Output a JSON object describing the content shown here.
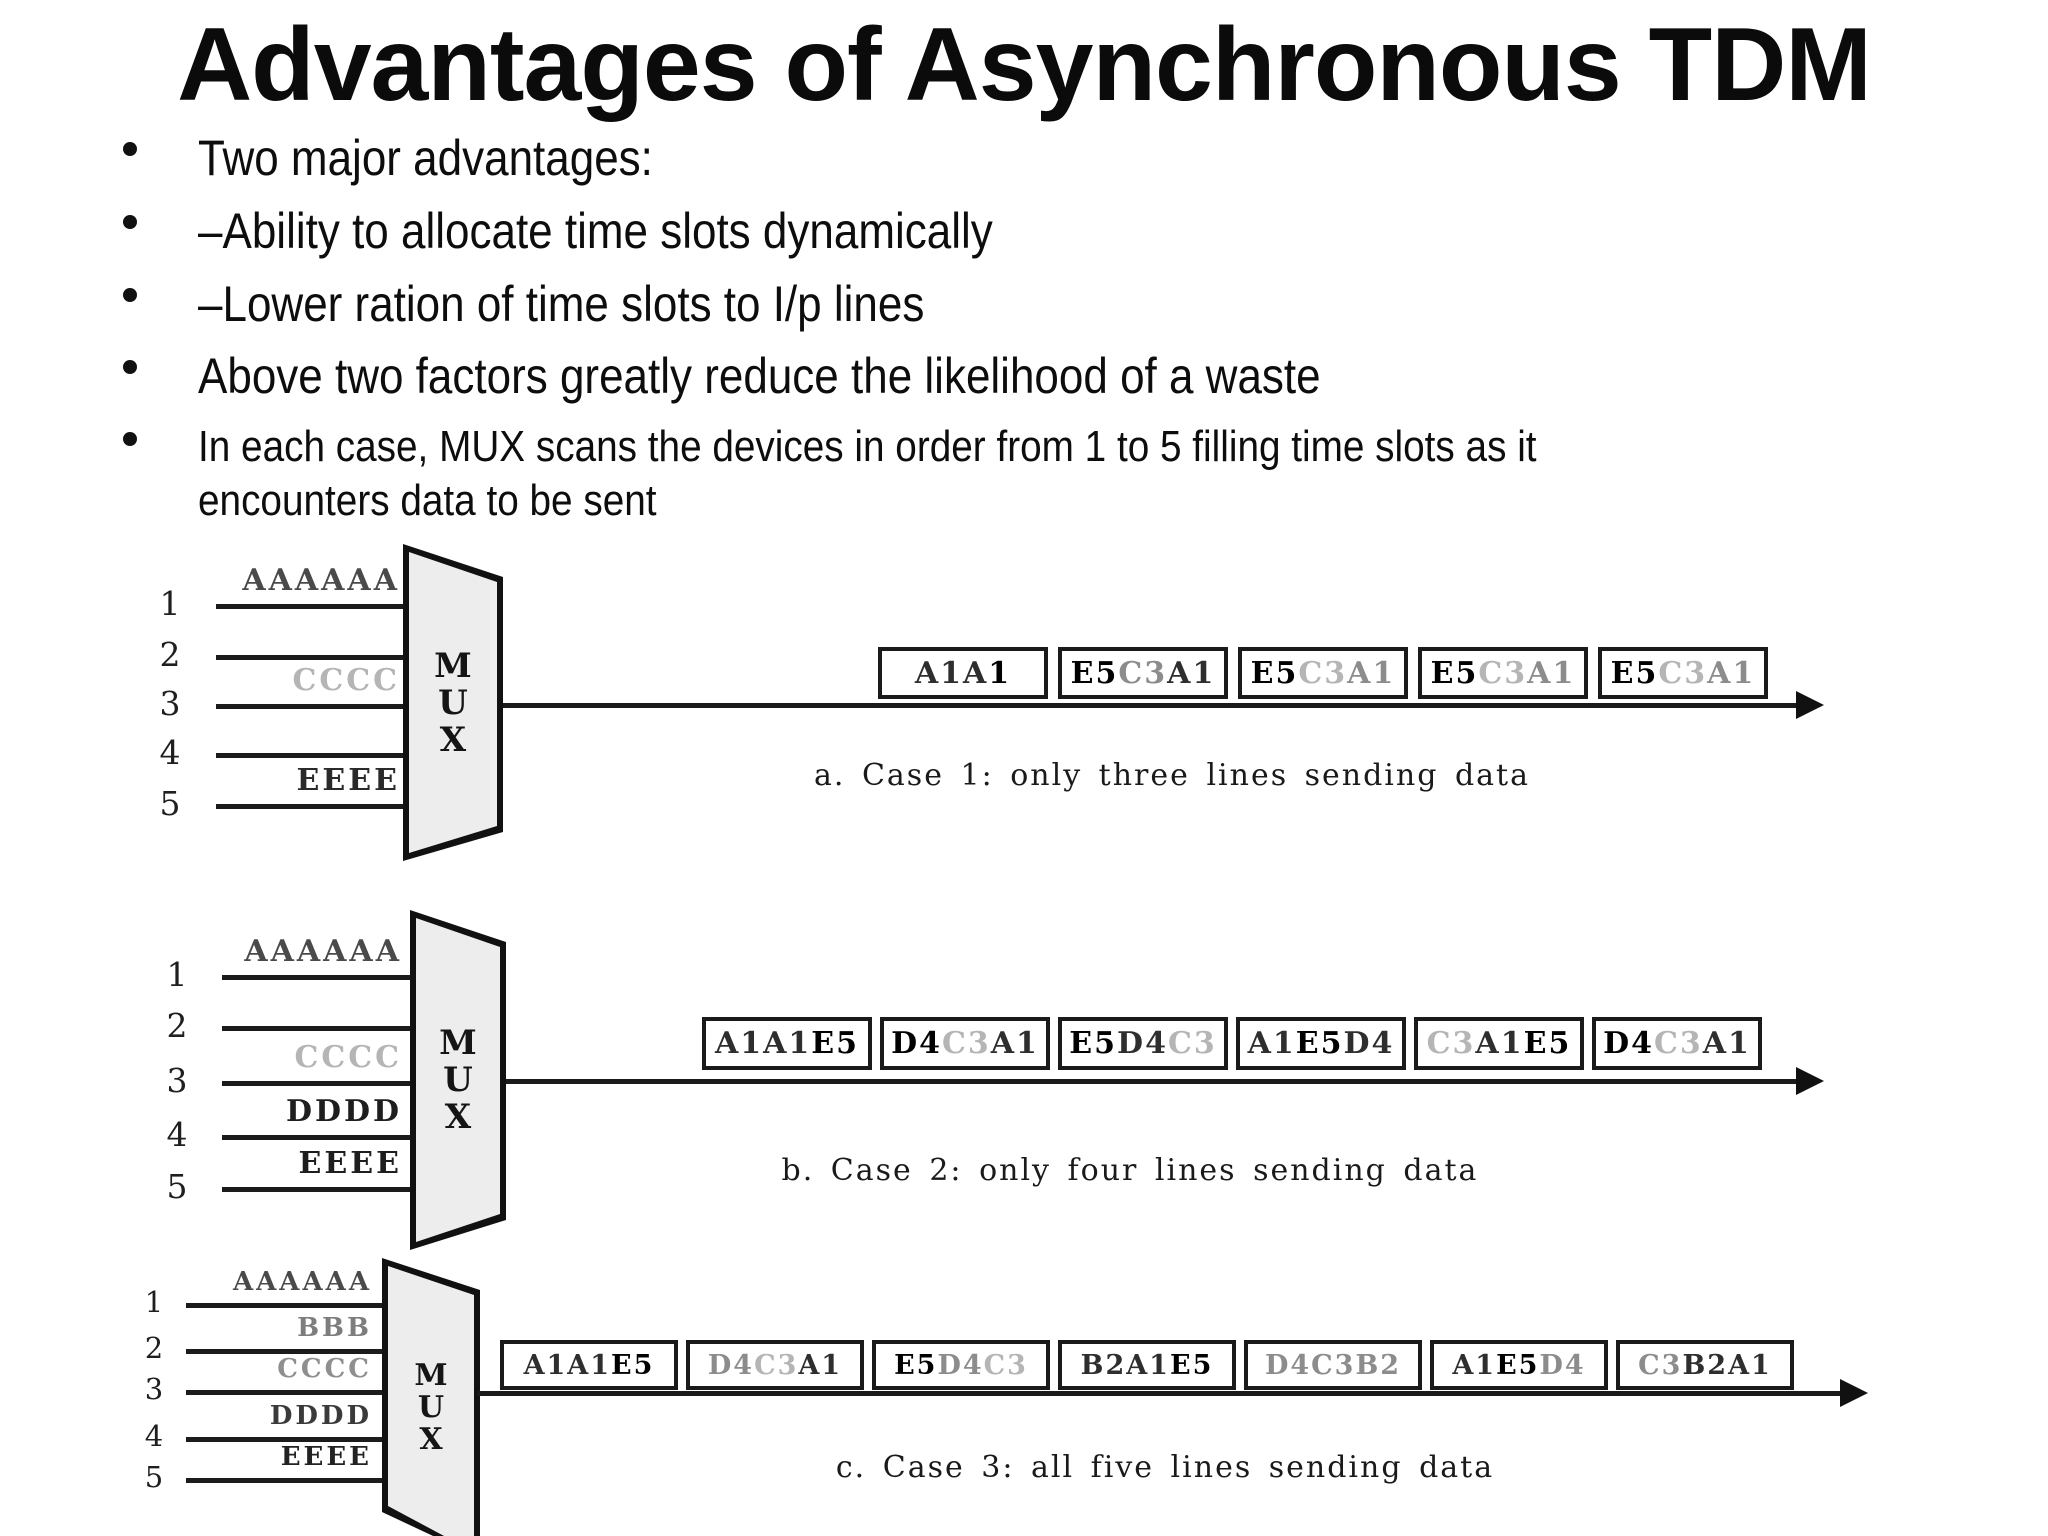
{
  "title": "Advantages of Asynchronous TDM",
  "bullets": [
    "Two major advantages:",
    "–Ability to allocate time slots dynamically",
    "–Lower ration of time slots to I/p lines",
    "Above two factors greatly reduce the likelihood of a waste",
    "In each case, MUX scans the devices in order from 1 to 5 filling time slots as it\nencounters data to be sent"
  ],
  "colors": {
    "ink": "#111111",
    "line": "#1b1b1b",
    "mux_fill": "#ededed",
    "slot_border": "#1a1a1a",
    "seg_bold": "#000000",
    "seg_dark": "#2e2e2e",
    "seg_mid": "#8c8c8c",
    "seg_light": "#b5b5b5"
  },
  "diagrams": [
    {
      "name": "case1",
      "mux": "MUX",
      "inputs": [
        {
          "num": "1",
          "label": "AAAAAA",
          "label_color": "#4a4a4a"
        },
        {
          "num": "2",
          "label": "",
          "label_color": ""
        },
        {
          "num": "3",
          "label": "CCCC",
          "label_color": "#b5b5b5"
        },
        {
          "num": "4",
          "label": "",
          "label_color": ""
        },
        {
          "num": "5",
          "label": "EEEE",
          "label_color": "#2a2a2a"
        }
      ],
      "slots": [
        [
          {
            "t": "A1A",
            "s": "dark"
          },
          {
            "t": "1",
            "s": "bold"
          }
        ],
        [
          {
            "t": "E5",
            "s": "bold"
          },
          {
            "t": "C3",
            "s": "mid"
          },
          {
            "t": "A1",
            "s": "dark"
          }
        ],
        [
          {
            "t": "E5",
            "s": "bold"
          },
          {
            "t": "C3",
            "s": "light"
          },
          {
            "t": "A1",
            "s": "mid"
          }
        ],
        [
          {
            "t": "E5",
            "s": "bold"
          },
          {
            "t": "C3",
            "s": "light"
          },
          {
            "t": "A1",
            "s": "mid"
          }
        ],
        [
          {
            "t": "E5",
            "s": "bold"
          },
          {
            "t": "C3",
            "s": "light"
          },
          {
            "t": "A1",
            "s": "mid"
          }
        ]
      ],
      "caption": "a. Case 1: only three lines sending data"
    },
    {
      "name": "case2",
      "mux": "MUX",
      "inputs": [
        {
          "num": "1",
          "label": "AAAAAA",
          "label_color": "#4a4a4a"
        },
        {
          "num": "2",
          "label": "",
          "label_color": ""
        },
        {
          "num": "3",
          "label": "CCCC",
          "label_color": "#b5b5b5"
        },
        {
          "num": "4",
          "label": "DDDD",
          "label_color": "#1e1e1e"
        },
        {
          "num": "5",
          "label": "EEEE",
          "label_color": "#1e1e1e"
        }
      ],
      "slots": [
        [
          {
            "t": "A1A1",
            "s": "dark"
          },
          {
            "t": "E5",
            "s": "bold"
          }
        ],
        [
          {
            "t": "D4",
            "s": "bold"
          },
          {
            "t": "C3",
            "s": "light"
          },
          {
            "t": "A1",
            "s": "dark"
          }
        ],
        [
          {
            "t": "E5",
            "s": "bold"
          },
          {
            "t": "D4",
            "s": "dark"
          },
          {
            "t": "C3",
            "s": "light"
          }
        ],
        [
          {
            "t": "A1",
            "s": "dark"
          },
          {
            "t": "E5",
            "s": "bold"
          },
          {
            "t": "D4",
            "s": "dark"
          }
        ],
        [
          {
            "t": "C3",
            "s": "light"
          },
          {
            "t": "A1",
            "s": "dark"
          },
          {
            "t": "E5",
            "s": "bold"
          }
        ],
        [
          {
            "t": "D4",
            "s": "bold"
          },
          {
            "t": "C3",
            "s": "light"
          },
          {
            "t": "A1",
            "s": "dark"
          }
        ]
      ],
      "caption": "b. Case 2: only four lines sending data"
    },
    {
      "name": "case3",
      "mux": "MUX",
      "inputs": [
        {
          "num": "1",
          "label": "AAAAAA",
          "label_color": "#4a4a4a"
        },
        {
          "num": "2",
          "label": "BBB",
          "label_color": "#7d7d7d"
        },
        {
          "num": "3",
          "label": "CCCC",
          "label_color": "#8f8f8f"
        },
        {
          "num": "4",
          "label": "DDDD",
          "label_color": "#3a3a3a"
        },
        {
          "num": "5",
          "label": "EEEE",
          "label_color": "#222222"
        }
      ],
      "slots": [
        [
          {
            "t": "A1A1",
            "s": "dark"
          },
          {
            "t": "E5",
            "s": "bold"
          }
        ],
        [
          {
            "t": "D4",
            "s": "mid"
          },
          {
            "t": "C3",
            "s": "light"
          },
          {
            "t": "A1",
            "s": "dark"
          }
        ],
        [
          {
            "t": "E5",
            "s": "bold"
          },
          {
            "t": "D4",
            "s": "mid"
          },
          {
            "t": "C3",
            "s": "light"
          }
        ],
        [
          {
            "t": "B2",
            "s": "dark"
          },
          {
            "t": "A1",
            "s": "dark"
          },
          {
            "t": "E5",
            "s": "bold"
          }
        ],
        [
          {
            "t": "D4",
            "s": "mid"
          },
          {
            "t": "C3",
            "s": "mid"
          },
          {
            "t": "B2",
            "s": "mid"
          }
        ],
        [
          {
            "t": "A1",
            "s": "dark"
          },
          {
            "t": "E5",
            "s": "bold"
          },
          {
            "t": "D4",
            "s": "mid"
          }
        ],
        [
          {
            "t": "C3",
            "s": "mid"
          },
          {
            "t": "B2",
            "s": "dark"
          },
          {
            "t": "A1",
            "s": "dark"
          }
        ]
      ],
      "caption": "c. Case 3: all five lines sending data"
    }
  ]
}
